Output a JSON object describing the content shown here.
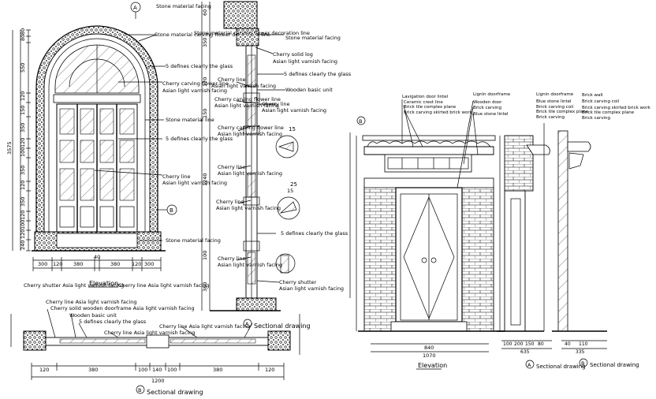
{
  "titles": {
    "elevation_left": "Elevation",
    "elevation_right": "Elevation",
    "section_a": "Sectional drawing",
    "section_b": "Sectional drawing",
    "section_a_right": "Sectional drawing",
    "section_b_right": "Sectional drawing"
  },
  "markers": {
    "a": "A",
    "b": "B"
  },
  "left_callouts": {
    "c1": "Stone material facing",
    "c2": "Stone material carving flower decoration line",
    "c3": "5 defines clearly the glass",
    "c4": "Cherry carving flower line",
    "c5": "Asian light varnish facing",
    "c6": "Stone material line",
    "c7": "5 defines clearly the glass",
    "c8": "Cherry line",
    "c9": "Asian light varnish facing",
    "c10": "Stone material facing",
    "bottom1": "Cherry shutter Asia light varnish facing",
    "bottom2": "Cherry line Asia light varnish facing"
  },
  "section_callouts": {
    "s1": "Stone material carving flower decoration line",
    "s2": "Stone material facing",
    "s3": "Cherry solid log",
    "s4": "Asian light varnish facing",
    "s5": "5 defines clearly the glass",
    "s6": "Cherry line",
    "s7": "Asian light varnish facing",
    "s8": "Wooden basic unit",
    "s9": "Cherry carving flower line",
    "s10": "Asian light varnish facing",
    "s11": "Cherry line",
    "s12": "Asian light varnish facing",
    "s13": "Cherry carving flower line",
    "s14": "Asian light varnish facing",
    "s15": "Cherry line",
    "s16": "Asian light varnish facing",
    "s17": "Cherry line",
    "s18": "Asian light varnish facing",
    "s19": "5 defines clearly the glass",
    "s20": "Cherry line",
    "s21": "Asian light varnish facing",
    "s22": "Cherry shutter",
    "s23": "Asian light varnish facing",
    "detail1": "15",
    "detail2": "25",
    "detail3": "15"
  },
  "plan_callouts": {
    "p1": "Cherry line Asia light varnish facing",
    "p2": "Cherry solid wooden doorframe Asia light varnish facing",
    "p3": "Wooden basic unit",
    "p4": "5 defines clearly the glass",
    "p5": "Cherry line Asia light varnish facing",
    "p6": "Cherry line Asia light varnish facing"
  },
  "right_callouts": {
    "r1": "Lavigation door lintel",
    "r2": "Ceramic crest line",
    "r3": "Brick tile complex plane",
    "r4": "Brick carving skirted brick work",
    "r5": "Wooden door",
    "r6": "Brick carving",
    "r7": "Blue stone lintel",
    "r8": "Lignin doorframe",
    "r9": "Lignin doorframe",
    "r10": "Blue stone lintel",
    "r11": "Brick carving coil",
    "r12": "Brick tile complex plane",
    "r13": "Brick carving",
    "r14": "Brick wall",
    "r15": "Brick carving coil",
    "r16": "Brick carving skirted brick work",
    "r17": "Brick tile complex plane",
    "r18": "Brick carving"
  },
  "dims": {
    "left_vertical": [
      "80",
      "80",
      "550",
      "120",
      "150",
      "350",
      "120",
      "100",
      "350",
      "120",
      "350",
      "120",
      "100",
      "120",
      "240"
    ],
    "left_total": "3575",
    "left_bottom": [
      "300",
      "120",
      "380",
      "40",
      "380",
      "120",
      "300"
    ],
    "plan_bottom": [
      "120",
      "380",
      "100",
      "140",
      "100",
      "380",
      "120"
    ],
    "plan_total": "1200",
    "right_bottom": [
      "840",
      "1070"
    ],
    "right_section_a": [
      "100",
      "200",
      "150",
      "80",
      "635"
    ],
    "right_section_b": [
      "40",
      "110",
      "335"
    ],
    "section_vertical": [
      "60",
      "350",
      "120",
      "150",
      "1240",
      "100",
      "360"
    ]
  }
}
